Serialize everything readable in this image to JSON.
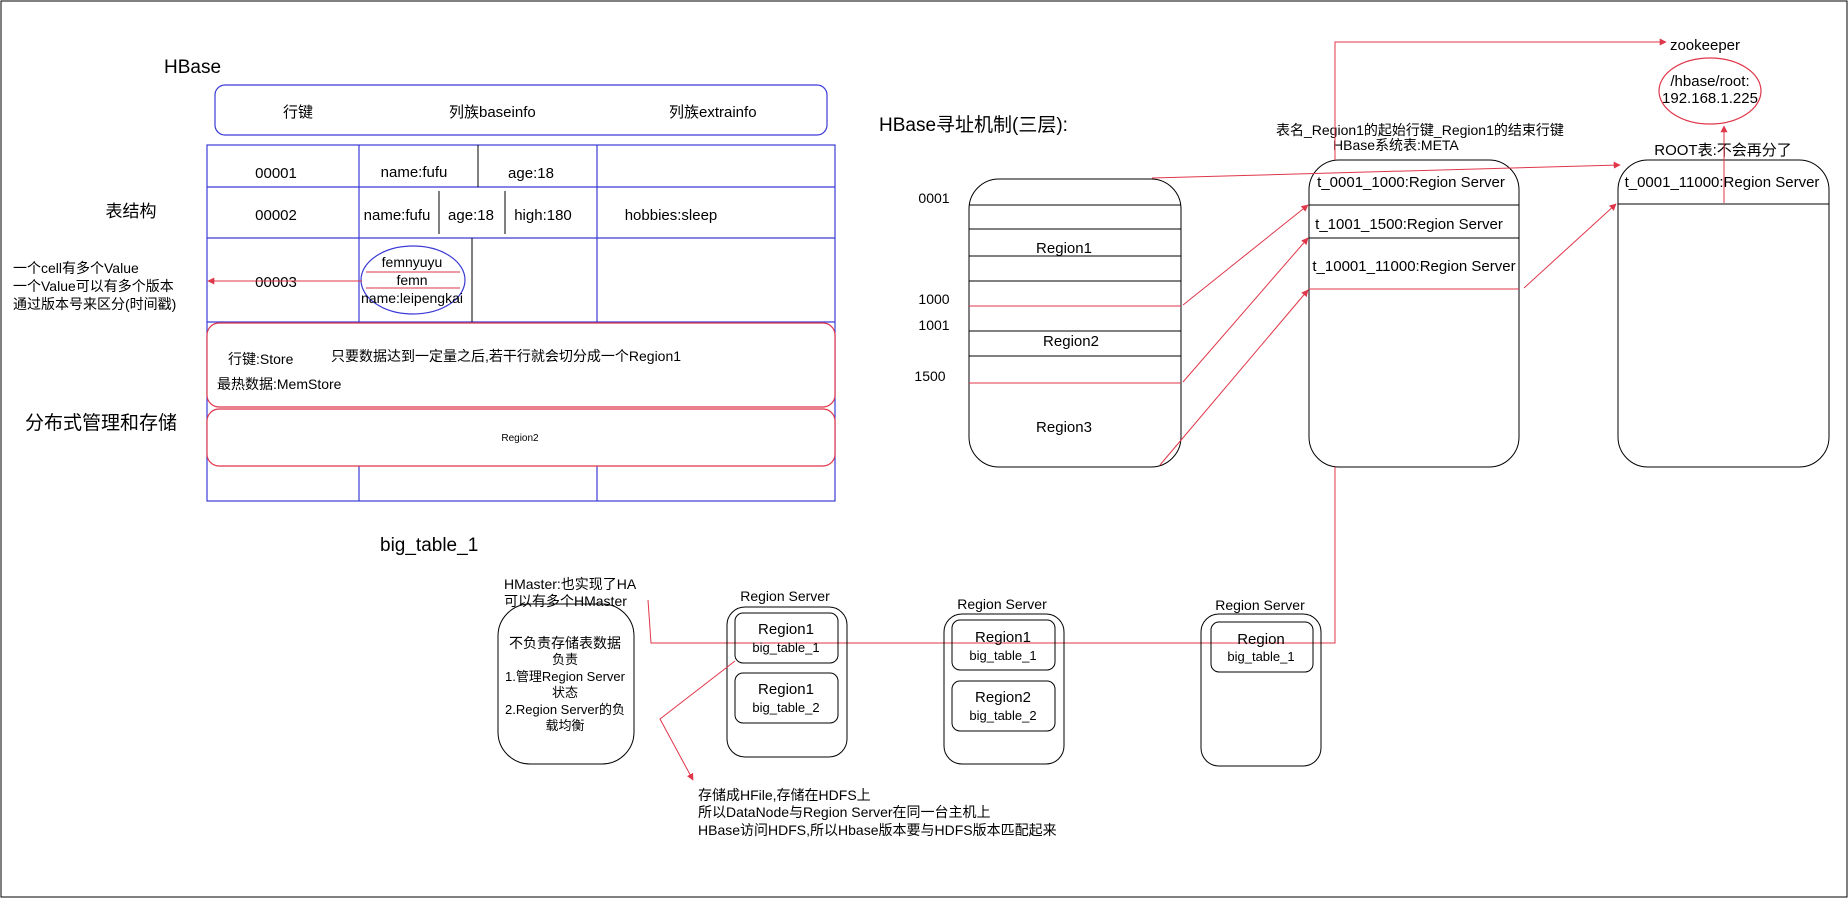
{
  "texts": {
    "hbase_title": "HBase",
    "header_rowkey": "行键",
    "header_baseinfo": "列族baseinfo",
    "header_extrainfo": "列族extrainfo",
    "table_structure": "表结构",
    "row1_key": "00001",
    "row1_c1": "name:fufu",
    "row1_c2": "age:18",
    "row2_key": "00002",
    "row2_c1": "name:fufu",
    "row2_c2": "age:18",
    "row2_c3": "high:180",
    "row2_c4": "hobbies:sleep",
    "row3_key": "00003",
    "ver1": "femnyuyu",
    "ver2": "femn",
    "ver3": "name:leipengkai",
    "note_cell_1": "一个cell有多个Value",
    "note_cell_2": "一个Value可以有多个版本",
    "note_cell_3": "通过版本号来区分(时间戳)",
    "region1_store": "行键:Store",
    "region1_split": "只要数据达到一定量之后,若干行就会切分成一个Region1",
    "region1_memstore": "最热数据:MemStore",
    "region2_label": "Region2",
    "distributed": "分布式管理和存储",
    "big_table": "big_table_1",
    "addressing_title": "HBase寻址机制(三层):",
    "key_0001": "0001",
    "key_1000": "1000",
    "key_1001": "1001",
    "key_1500": "1500",
    "tbl_region1": "Region1",
    "tbl_region2": "Region2",
    "tbl_region3": "Region3",
    "meta_desc": "表名_Region1的起始行键_Region1的结束行键",
    "meta_title": "HBase系统表:META",
    "meta_row1": "t_0001_1000:Region Server",
    "meta_row2": "t_1001_1500:Region Server",
    "meta_row3": "t_10001_11000:Region Server",
    "root_title": "ROOT表:不会再分了",
    "root_row1": "t_0001_11000:Region Server",
    "zookeeper": "zookeeper",
    "zk_path": "/hbase/root:",
    "zk_ip": "192.168.1.225",
    "hmaster_1": "HMaster:也实现了HA",
    "hmaster_2": "可以有多个HMaster",
    "hm_b1": "不负责存储表数据",
    "hm_b2": "负责",
    "hm_b3": "1.管理Region Server",
    "hm_b4": "状态",
    "hm_b5": "2.Region Server的负",
    "hm_b6": "载均衡",
    "rs_title": "Region Server",
    "rs_region1": "Region1",
    "rs_region2": "Region2",
    "rs_region": "Region",
    "rs_bt1": "big_table_1",
    "rs_bt2": "big_table_2",
    "hfile_1": "存储成HFile,存储在HDFS上",
    "hfile_2": "所以DataNode与Region Server在同一台主机上",
    "hfile_3": "HBase访问HDFS,所以Hbase版本要与HDFS版本匹配起来"
  },
  "colors": {
    "blue": "#3b3bd6",
    "red": "#e0364a",
    "black": "#000000"
  }
}
